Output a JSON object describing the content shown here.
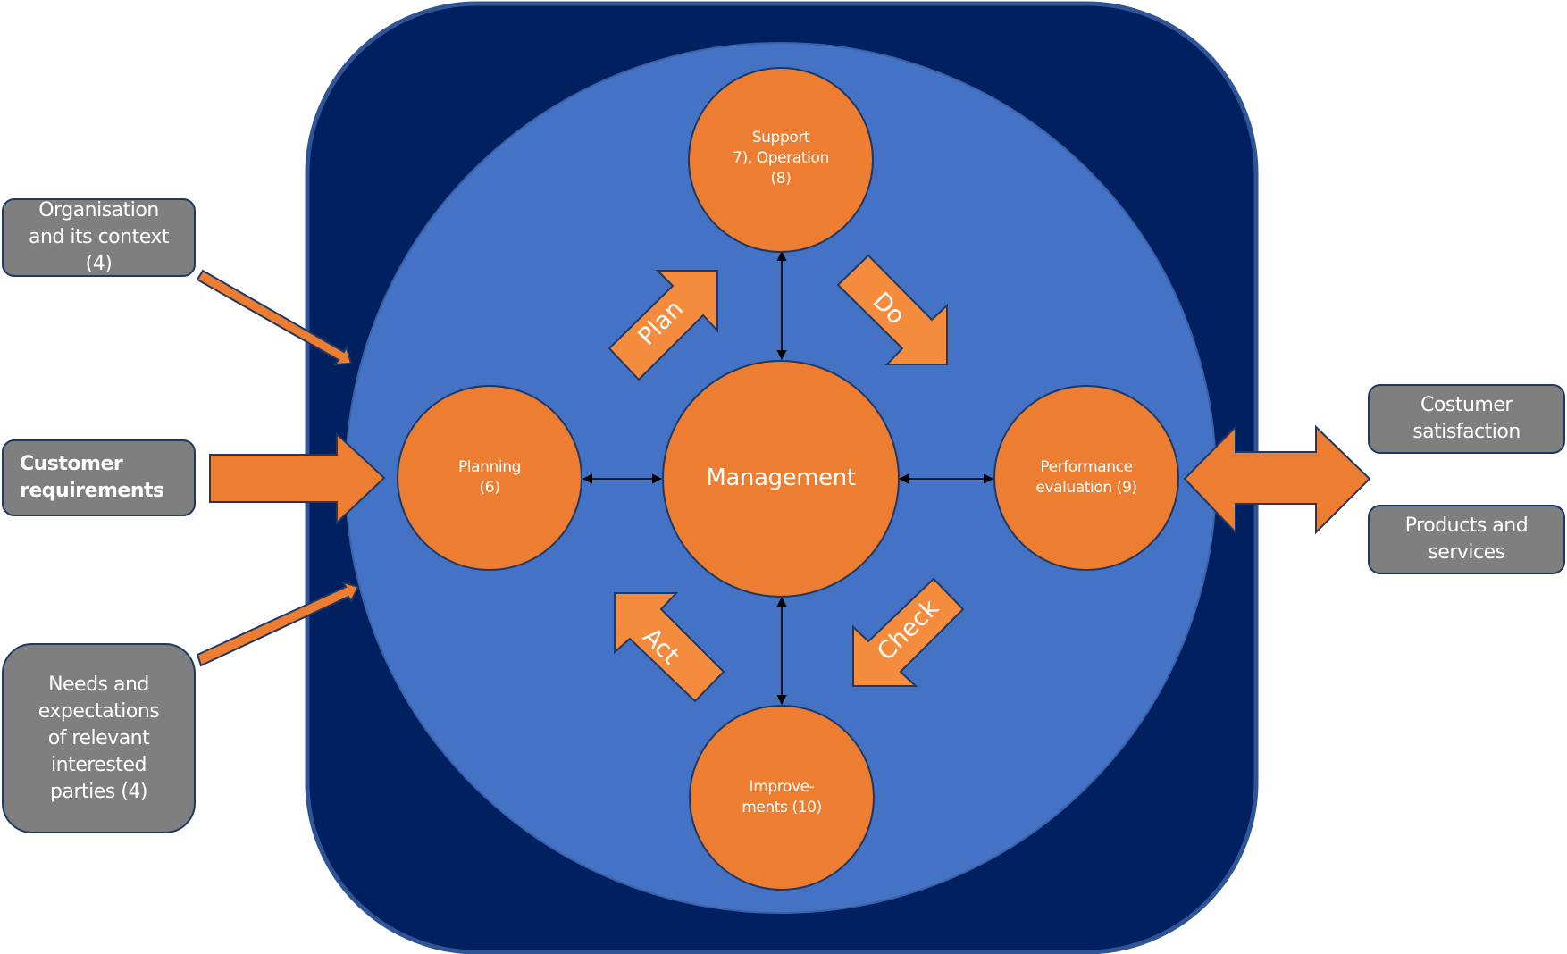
{
  "diagram": {
    "title": "Quality management system process model (PDCA)",
    "colors": {
      "outer_box": "#002060",
      "outer_border": "#2f5597",
      "inner_circle": "#4472c4",
      "node_orange": "#ed7d31",
      "cycle_arrow_orange": "#f58b3c",
      "input_box_gray": "#7f7f7f",
      "outline_navy": "#1f3864"
    },
    "inputs": [
      {
        "label": "Organisation\nand its context\n(4)",
        "bold": false
      },
      {
        "label": "Customer\nrequirements",
        "bold": true
      },
      {
        "label": "Needs and\nexpectations\nof relevant\ninterested\nparties (4)",
        "bold": false
      }
    ],
    "outputs": [
      {
        "label": "Costumer\nsatisfaction"
      },
      {
        "label": "Products and\nservices"
      }
    ],
    "nodes": {
      "center": "Management",
      "top": "Support\n7), Operation\n(8)",
      "left": "Planning\n(6)",
      "right": "Performance\nevaluation (9)",
      "bottom": "Improve-\nments (10)"
    },
    "cycle": {
      "plan": "Plan",
      "do": "Do",
      "check": "Check",
      "act": "Act"
    }
  }
}
